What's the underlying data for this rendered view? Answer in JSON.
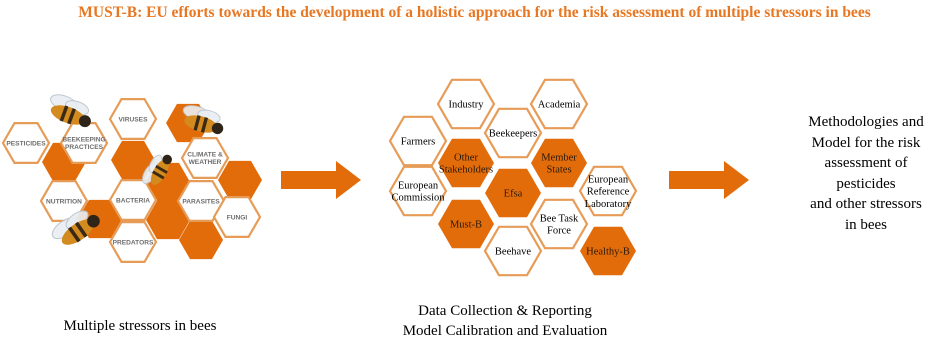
{
  "title": "MUST-B: EU efforts towards the development of a holistic approach for the risk assessment of multiple stressors in bees",
  "colors": {
    "accent": "#e87722",
    "hex_fill": "#e36c0a",
    "hex_stroke": "#e69b57"
  },
  "left_panel": {
    "caption": "Multiple stressors in bees",
    "stressors": [
      "PESTICIDES",
      "BEEKEEPING PRACTICES",
      "VIRUSES",
      "CLIMATE & WEATHER",
      "NUTRITION",
      "BACTERIA",
      "PARASITES",
      "FUNGI",
      "PREDATORS"
    ]
  },
  "middle_panel": {
    "caption_line1": "Data Collection & Reporting",
    "caption_line2": "Model Calibration and Evaluation",
    "nodes": [
      "Industry",
      "Academia",
      "Farmers",
      "Other Stakeholders",
      "Beekeepers",
      "Member States",
      "European Commission",
      "Efsa",
      "European Reference Laboratory",
      "Must-B",
      "Bee Task Force",
      "Beehave",
      "Healthy-B"
    ]
  },
  "outcome": {
    "lines": [
      "Methodologies and",
      "Model for the risk",
      "assessment of",
      "pesticides",
      "and other stressors",
      "in bees"
    ]
  }
}
